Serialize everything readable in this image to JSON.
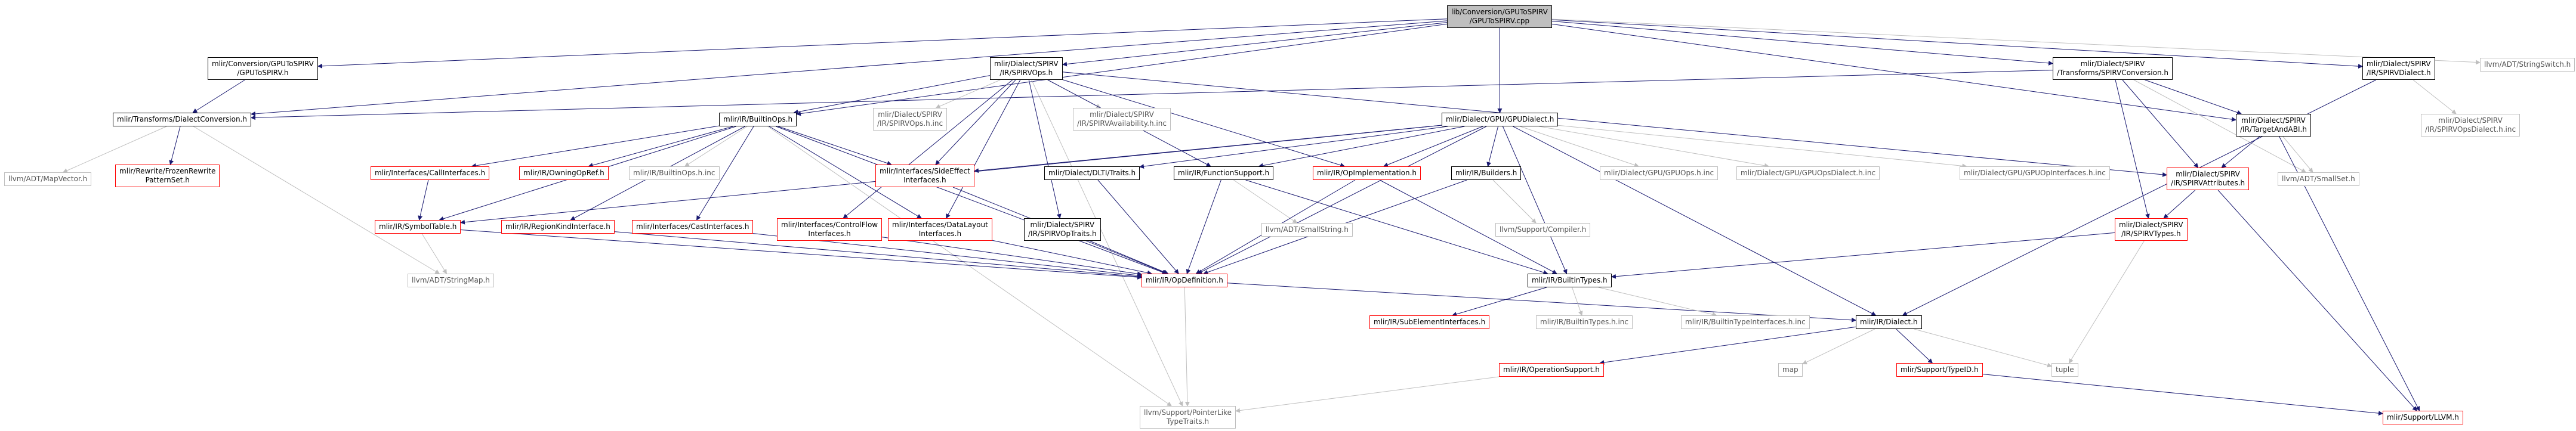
{
  "graph": {
    "title": "lib/Conversion/GPUToSPIRV/GPUToSPIRV.cpp",
    "edge_colors": {
      "root": "#191970",
      "default": "#191970",
      "ext": "#bfbfbf"
    },
    "nodes": {
      "root": {
        "lines": [
          "lib/Conversion/GPUToSPIRV",
          "/GPUToSPIRV.cpp"
        ],
        "style": "root"
      },
      "gpu2spirv_h": {
        "lines": [
          "mlir/Conversion/GPUToSPIRV",
          "/GPUToSPIRV.h"
        ],
        "style": "normal"
      },
      "spirvops_h": {
        "lines": [
          "mlir/Dialect/SPIRV",
          "/IR/SPIRVOps.h"
        ],
        "style": "normal"
      },
      "gpudialect_h": {
        "lines": [
          "mlir/Dialect/GPU/GPUDialect.h"
        ],
        "style": "normal"
      },
      "spirvconv_h": {
        "lines": [
          "mlir/Dialect/SPIRV",
          "/Transforms/SPIRVConversion.h"
        ],
        "style": "normal"
      },
      "spirvdialect_h": {
        "lines": [
          "mlir/Dialect/SPIRV",
          "/IR/SPIRVDialect.h"
        ],
        "style": "normal"
      },
      "stringswitch_h": {
        "lines": [
          "llvm/ADT/StringSwitch.h"
        ],
        "style": "ext"
      },
      "dialectconv_h": {
        "lines": [
          "mlir/Transforms/DialectConversion.h"
        ],
        "style": "normal"
      },
      "builtinops_h": {
        "lines": [
          "mlir/IR/BuiltinOps.h"
        ],
        "style": "normal"
      },
      "spirvops_h_inc": {
        "lines": [
          "mlir/Dialect/SPIRV",
          "/IR/SPIRVOps.h.inc"
        ],
        "style": "ext"
      },
      "spirvavail_inc": {
        "lines": [
          "mlir/Dialect/SPIRV",
          "/IR/SPIRVAvailability.h.inc"
        ],
        "style": "ext"
      },
      "targetandabi_h": {
        "lines": [
          "mlir/Dialect/SPIRV",
          "/IR/TargetAndABI.h"
        ],
        "style": "normal"
      },
      "spirvopsdialect_inc": {
        "lines": [
          "mlir/Dialect/SPIRV",
          "/IR/SPIRVOpsDialect.h.inc"
        ],
        "style": "ext"
      },
      "mapvector_h": {
        "lines": [
          "llvm/ADT/MapVector.h"
        ],
        "style": "ext"
      },
      "rewrite_h": {
        "lines": [
          "mlir/Rewrite/FrozenRewrite",
          "PatternSet.h"
        ],
        "style": "red"
      },
      "callinterfaces_h": {
        "lines": [
          "mlir/Interfaces/CallInterfaces.h"
        ],
        "style": "red"
      },
      "owningopref_h": {
        "lines": [
          "mlir/IR/OwningOpRef.h"
        ],
        "style": "red"
      },
      "builtinops_h_inc": {
        "lines": [
          "mlir/IR/BuiltinOps.h.inc"
        ],
        "style": "ext"
      },
      "sideeffect_h": {
        "lines": [
          "mlir/Interfaces/SideEffect",
          "Interfaces.h"
        ],
        "style": "red"
      },
      "dlti_traits_h": {
        "lines": [
          "mlir/Dialect/DLTI/Traits.h"
        ],
        "style": "normal"
      },
      "functionsupport_h": {
        "lines": [
          "mlir/IR/FunctionSupport.h"
        ],
        "style": "normal"
      },
      "opimpl_h": {
        "lines": [
          "mlir/IR/OpImplementation.h"
        ],
        "style": "red"
      },
      "builders_h": {
        "lines": [
          "mlir/IR/Builders.h"
        ],
        "style": "normal"
      },
      "gpuops_inc": {
        "lines": [
          "mlir/Dialect/GPU/GPUOps.h.inc"
        ],
        "style": "ext"
      },
      "gpuopsdialect_inc": {
        "lines": [
          "mlir/Dialect/GPU/GPUOpsDialect.h.inc"
        ],
        "style": "ext"
      },
      "gpuopinterfaces_inc": {
        "lines": [
          "mlir/Dialect/GPU/GPUOpInterfaces.h.inc"
        ],
        "style": "ext"
      },
      "spirvattrs_h": {
        "lines": [
          "mlir/Dialect/SPIRV",
          "/IR/SPIRVAttributes.h"
        ],
        "style": "red"
      },
      "smallset_h": {
        "lines": [
          "llvm/ADT/SmallSet.h"
        ],
        "style": "ext"
      },
      "symboltable_h": {
        "lines": [
          "mlir/IR/SymbolTable.h"
        ],
        "style": "red"
      },
      "regionkind_h": {
        "lines": [
          "mlir/IR/RegionKindInterface.h"
        ],
        "style": "red"
      },
      "castinterfaces_h": {
        "lines": [
          "mlir/Interfaces/CastInterfaces.h"
        ],
        "style": "red"
      },
      "controlflow_h": {
        "lines": [
          "mlir/Interfaces/ControlFlow",
          "Interfaces.h"
        ],
        "style": "red"
      },
      "datalayout_h": {
        "lines": [
          "mlir/Interfaces/DataLayout",
          "Interfaces.h"
        ],
        "style": "red"
      },
      "spirvoptraits_h": {
        "lines": [
          "mlir/Dialect/SPIRV",
          "/IR/SPIRVOpTraits.h"
        ],
        "style": "normal"
      },
      "smallstring_h": {
        "lines": [
          "llvm/ADT/SmallString.h"
        ],
        "style": "ext"
      },
      "compiler_h": {
        "lines": [
          "llvm/Support/Compiler.h"
        ],
        "style": "ext"
      },
      "spirvtypes_h": {
        "lines": [
          "mlir/Dialect/SPIRV",
          "/IR/SPIRVTypes.h"
        ],
        "style": "red"
      },
      "stringmap_h": {
        "lines": [
          "llvm/ADT/StringMap.h"
        ],
        "style": "ext"
      },
      "opdefinition_h": {
        "lines": [
          "mlir/IR/OpDefinition.h"
        ],
        "style": "red"
      },
      "builtintypes_h": {
        "lines": [
          "mlir/IR/BuiltinTypes.h"
        ],
        "style": "normal"
      },
      "subelement_h": {
        "lines": [
          "mlir/IR/SubElementInterfaces.h"
        ],
        "style": "red"
      },
      "builtintypes_inc": {
        "lines": [
          "mlir/IR/BuiltinTypes.h.inc"
        ],
        "style": "ext"
      },
      "builtintypeinterfaces_inc": {
        "lines": [
          "mlir/IR/BuiltinTypeInterfaces.h.inc"
        ],
        "style": "ext"
      },
      "irdialect_h": {
        "lines": [
          "mlir/IR/Dialect.h"
        ],
        "style": "normal"
      },
      "opsupport_h": {
        "lines": [
          "mlir/IR/OperationSupport.h"
        ],
        "style": "red"
      },
      "map": {
        "lines": [
          "map"
        ],
        "style": "ext"
      },
      "typeid_h": {
        "lines": [
          "mlir/Support/TypeID.h"
        ],
        "style": "red"
      },
      "tuple": {
        "lines": [
          "tuple"
        ],
        "style": "ext"
      },
      "pointerlike_h": {
        "lines": [
          "llvm/Support/PointerLike",
          "TypeTraits.h"
        ],
        "style": "ext"
      },
      "llvm_h": {
        "lines": [
          "mlir/Support/LLVM.h"
        ],
        "style": "red"
      }
    },
    "edges": [
      [
        "root",
        "gpu2spirv_h"
      ],
      [
        "root",
        "spirvops_h"
      ],
      [
        "root",
        "gpudialect_h"
      ],
      [
        "root",
        "spirvconv_h"
      ],
      [
        "root",
        "spirvdialect_h"
      ],
      [
        "root",
        "stringswitch_h"
      ],
      [
        "root",
        "dialectconv_h"
      ],
      [
        "root",
        "builtinops_h"
      ],
      [
        "root",
        "targetandabi_h"
      ],
      [
        "gpu2spirv_h",
        "dialectconv_h"
      ],
      [
        "spirvops_h",
        "builtinops_h"
      ],
      [
        "spirvops_h",
        "spirvops_h_inc"
      ],
      [
        "spirvops_h",
        "spirvavail_inc"
      ],
      [
        "spirvops_h",
        "sideeffect_h"
      ],
      [
        "spirvops_h",
        "functionsupport_h"
      ],
      [
        "spirvops_h",
        "opimpl_h"
      ],
      [
        "spirvops_h",
        "spirvattrs_h"
      ],
      [
        "spirvops_h",
        "controlflow_h"
      ],
      [
        "spirvops_h",
        "datalayout_h"
      ],
      [
        "spirvops_h",
        "spirvoptraits_h"
      ],
      [
        "spirvops_h",
        "pointerlike_h"
      ],
      [
        "gpudialect_h",
        "dlti_traits_h"
      ],
      [
        "gpudialect_h",
        "functionsupport_h"
      ],
      [
        "gpudialect_h",
        "opimpl_h"
      ],
      [
        "gpudialect_h",
        "builders_h"
      ],
      [
        "gpudialect_h",
        "gpuops_inc"
      ],
      [
        "gpudialect_h",
        "gpuopsdialect_inc"
      ],
      [
        "gpudialect_h",
        "gpuopinterfaces_inc"
      ],
      [
        "gpudialect_h",
        "sideeffect_h"
      ],
      [
        "gpudialect_h",
        "symboltable_h"
      ],
      [
        "gpudialect_h",
        "irdialect_h"
      ],
      [
        "gpudialect_h",
        "opdefinition_h"
      ],
      [
        "gpudialect_h",
        "builtintypes_h"
      ],
      [
        "spirvconv_h",
        "dialectconv_h"
      ],
      [
        "spirvconv_h",
        "targetandabi_h"
      ],
      [
        "spirvconv_h",
        "spirvattrs_h"
      ],
      [
        "spirvconv_h",
        "spirvtypes_h"
      ],
      [
        "spirvconv_h",
        "smallset_h"
      ],
      [
        "spirvdialect_h",
        "spirvopsdialect_inc"
      ],
      [
        "spirvdialect_h",
        "irdialect_h"
      ],
      [
        "dialectconv_h",
        "mapvector_h"
      ],
      [
        "dialectconv_h",
        "rewrite_h"
      ],
      [
        "dialectconv_h",
        "stringmap_h"
      ],
      [
        "builtinops_h",
        "callinterfaces_h"
      ],
      [
        "builtinops_h",
        "owningopref_h"
      ],
      [
        "builtinops_h",
        "builtinops_h_inc"
      ],
      [
        "builtinops_h",
        "sideeffect_h"
      ],
      [
        "builtinops_h",
        "symboltable_h"
      ],
      [
        "builtinops_h",
        "regionkind_h"
      ],
      [
        "builtinops_h",
        "castinterfaces_h"
      ],
      [
        "builtinops_h",
        "datalayout_h"
      ],
      [
        "builtinops_h",
        "opdefinition_h"
      ],
      [
        "builtinops_h",
        "pointerlike_h"
      ],
      [
        "targetandabi_h",
        "spirvattrs_h"
      ],
      [
        "targetandabi_h",
        "smallset_h"
      ],
      [
        "targetandabi_h",
        "llvm_h"
      ],
      [
        "spirvattrs_h",
        "spirvtypes_h"
      ],
      [
        "spirvattrs_h",
        "llvm_h"
      ],
      [
        "callinterfaces_h",
        "symboltable_h"
      ],
      [
        "sideeffect_h",
        "opdefinition_h"
      ],
      [
        "dlti_traits_h",
        "opdefinition_h"
      ],
      [
        "functionsupport_h",
        "opdefinition_h"
      ],
      [
        "functionsupport_h",
        "smallstring_h"
      ],
      [
        "functionsupport_h",
        "builtintypes_h"
      ],
      [
        "opimpl_h",
        "opdefinition_h"
      ],
      [
        "opimpl_h",
        "builtintypes_h"
      ],
      [
        "builders_h",
        "opdefinition_h"
      ],
      [
        "builders_h",
        "compiler_h"
      ],
      [
        "symboltable_h",
        "opdefinition_h"
      ],
      [
        "symboltable_h",
        "stringmap_h"
      ],
      [
        "regionkind_h",
        "opdefinition_h"
      ],
      [
        "castinterfaces_h",
        "opdefinition_h"
      ],
      [
        "controlflow_h",
        "opdefinition_h"
      ],
      [
        "datalayout_h",
        "opdefinition_h"
      ],
      [
        "spirvoptraits_h",
        "opdefinition_h"
      ],
      [
        "spirvtypes_h",
        "builtintypes_h"
      ],
      [
        "spirvtypes_h",
        "tuple"
      ],
      [
        "opdefinition_h",
        "irdialect_h"
      ],
      [
        "opdefinition_h",
        "pointerlike_h"
      ],
      [
        "builtintypes_h",
        "subelement_h"
      ],
      [
        "builtintypes_h",
        "builtintypes_inc"
      ],
      [
        "builtintypes_h",
        "builtintypeinterfaces_inc"
      ],
      [
        "irdialect_h",
        "opsupport_h"
      ],
      [
        "irdialect_h",
        "map"
      ],
      [
        "irdialect_h",
        "typeid_h"
      ],
      [
        "irdialect_h",
        "tuple"
      ],
      [
        "opsupport_h",
        "pointerlike_h"
      ],
      [
        "typeid_h",
        "llvm_h"
      ]
    ]
  }
}
